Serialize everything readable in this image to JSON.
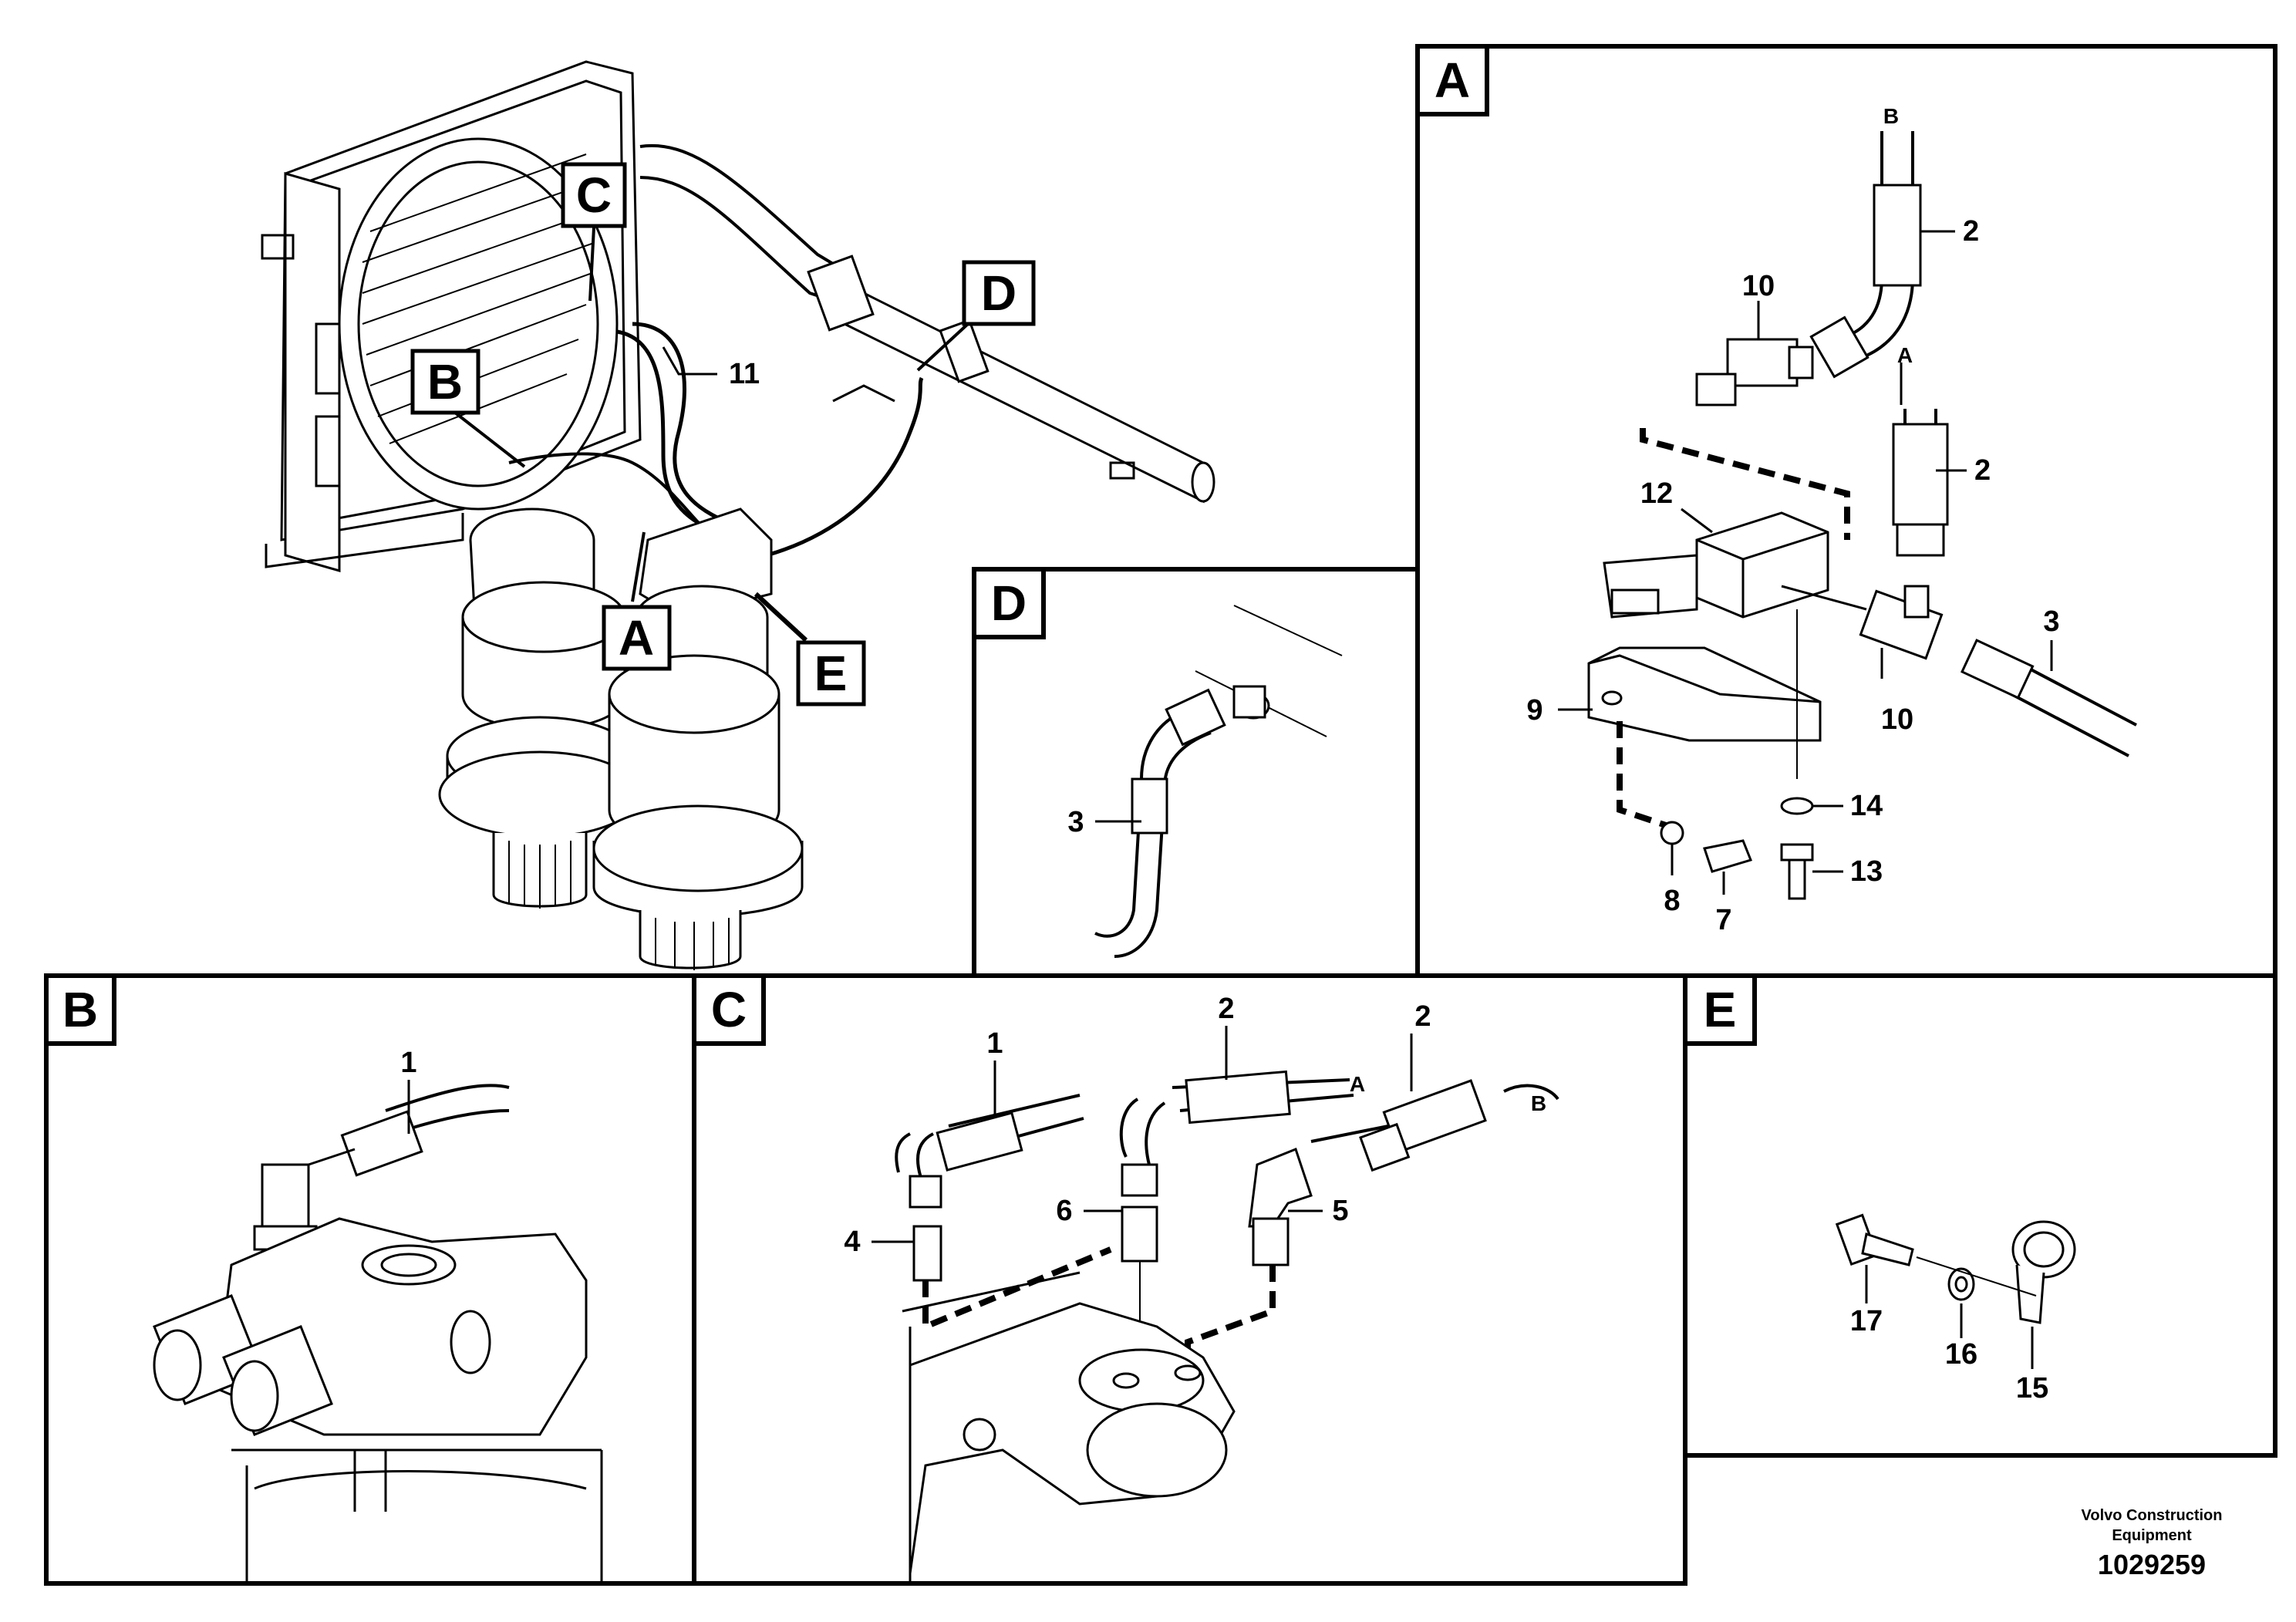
{
  "panels": {
    "A": "A",
    "B": "B",
    "C": "C",
    "D": "D",
    "E": "E"
  },
  "overview_callouts": [
    "C",
    "D",
    "B",
    "A",
    "E",
    "11"
  ],
  "panel_a_parts": [
    "B",
    "2",
    "10",
    "A",
    "2",
    "12",
    "3",
    "9",
    "10",
    "14",
    "13",
    "8",
    "7"
  ],
  "panel_b_parts": [
    "1"
  ],
  "panel_c_parts": [
    "1",
    "2",
    "A",
    "2",
    "B",
    "4",
    "6",
    "5"
  ],
  "panel_d_parts": [
    "3"
  ],
  "panel_e_parts": [
    "17",
    "16",
    "15"
  ],
  "footer": {
    "company": "Volvo Construction Equipment",
    "drawing_number": "1029259"
  }
}
